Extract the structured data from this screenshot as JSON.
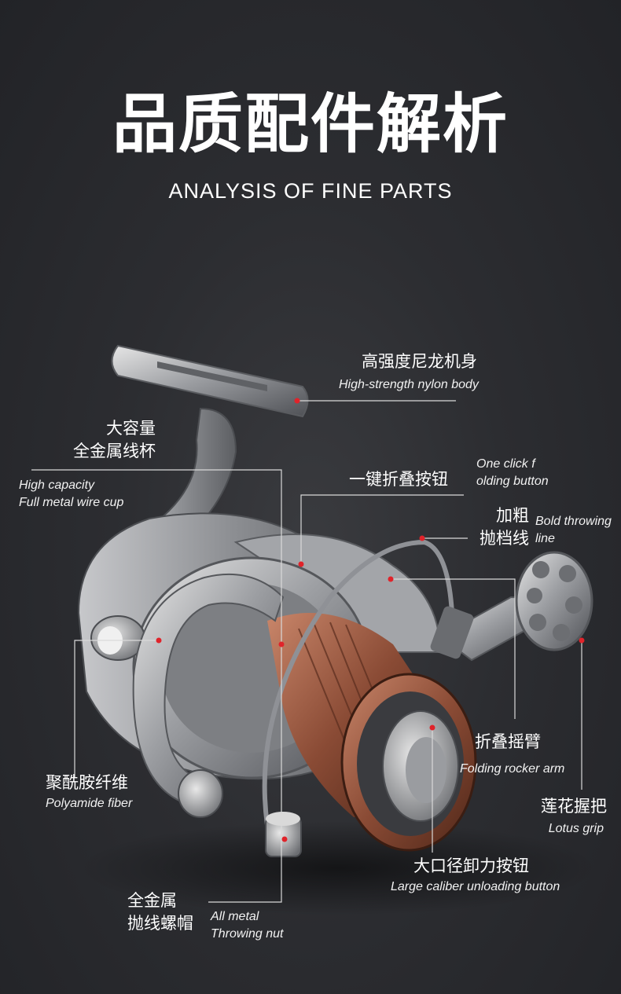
{
  "title": "品质配件解析",
  "subtitle": "ANALYSIS OF FINE PARTS",
  "colors": {
    "background": "#2c2d31",
    "marker": "#e0232a",
    "leader_line": "#d9d9d9",
    "spool_accent": "#8a4b35"
  },
  "callouts": {
    "body": {
      "zh": "高强度尼龙机身",
      "en": "High-strength nylon body"
    },
    "spool": {
      "zh_line1": "大容量",
      "zh_line2": "全金属线杯",
      "en_line1": "High capacity",
      "en_line2": "Full metal wire cup"
    },
    "folding_button": {
      "zh": "一键折叠按钮",
      "en_line1": "One click f",
      "en_line2": "olding button"
    },
    "bail": {
      "zh_line1": "加粗",
      "zh_line2": "抛档线",
      "en_line1": "Bold throwing",
      "en_line2": "line"
    },
    "fiber": {
      "zh": "聚酰胺纤维",
      "en": "Polyamide fiber"
    },
    "rocker": {
      "zh": "折叠摇臂",
      "en": "Folding rocker arm"
    },
    "grip": {
      "zh": "莲花握把",
      "en": "Lotus grip"
    },
    "drag": {
      "zh": "大口径卸力按钮",
      "en": "Large caliber unloading button"
    },
    "nut": {
      "zh_line1": "全金属",
      "zh_line2": "抛线螺帽",
      "en_line1": "All metal",
      "en_line2": "Throwing nut"
    }
  }
}
